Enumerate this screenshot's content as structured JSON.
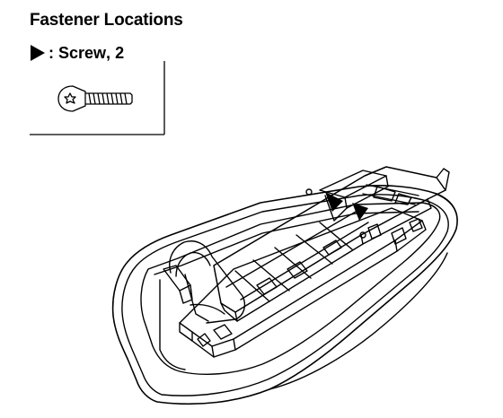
{
  "title": "Fastener Locations",
  "legend": {
    "prefix": ": ",
    "label": "Screw",
    "separator": ", ",
    "count": "2",
    "marker_icon": "filled-triangle-arrow-icon"
  },
  "parts": {
    "screw_icon": "flat-head-torx-screw-icon",
    "assembly": "armrest-compartment-assembly-drawing"
  },
  "colors": {
    "ink": "#000000",
    "paper": "#ffffff"
  }
}
